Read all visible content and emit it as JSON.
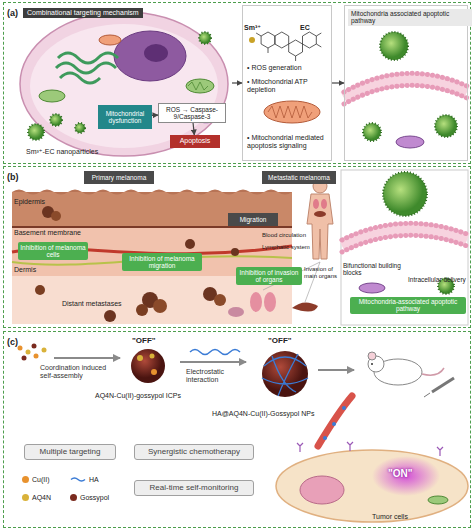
{
  "diagram": {
    "nodes": [
      {
        "text": [
          "(a)"
        ]
      },
      {
        "text": [
          "Combinational targeting mechanism"
        ],
        "in": 0
      },
      {
        "text": [
          "Mitochondrial dysfunction"
        ],
        "in": 1
      },
      {
        "text": [
          "ROS → Caspase-9/Caspase-3"
        ],
        "in": 1
      },
      {
        "text": [
          "Apoptosis"
        ],
        "in": 1
      },
      {
        "text": [
          "• ROS generation",
          "• Mitochondrial ATP depletion",
          "• Mitochondrial mediated apoptosis signaling"
        ],
        "in": 0
      },
      {
        "text": [
          "Mitochondria associated apoptotic pathway"
        ],
        "in": 0
      },
      {
        "text": [
          "(b)"
        ]
      },
      {
        "text": [
          "Primary melanoma"
        ],
        "in": 7
      },
      {
        "text": [
          "Migration"
        ],
        "in": 7
      },
      {
        "text": [
          "Metastatic melanoma"
        ],
        "in": 7
      },
      {
        "text": [
          "Inhibition of melanoma cells"
        ],
        "in": 7
      },
      {
        "text": [
          "Inhibition of melanoma migration"
        ],
        "in": 7
      },
      {
        "text": [
          "Inhibition of invasion of organs"
        ],
        "in": 7
      },
      {
        "text": [
          "Mitochondria-associated apoptotic pathway"
        ],
        "in": 7
      },
      {
        "text": [
          "(c)"
        ]
      },
      {
        "text": [
          "Multiple targeting"
        ],
        "in": 15
      },
      {
        "text": [
          "Synergistic chemotherapy"
        ],
        "in": 15
      },
      {
        "text": [
          "Real-time self-monitoring"
        ],
        "in": 15
      }
    ],
    "edges": [
      {
        "from": 2,
        "to": 3,
        "arrow": "to"
      },
      {
        "from": 3,
        "to": 4,
        "arrow": "to"
      },
      {
        "from": 1,
        "to": 5,
        "arrow": "to"
      },
      {
        "from": 5,
        "to": 6,
        "arrow": "to"
      }
    ],
    "labels": [
      "Sm³⁺-EC nanoparticles",
      "Sm³⁺",
      "EC",
      "Epidermis",
      "Basement membrane",
      "Dermis",
      "Distant metastases",
      "Blood circulation",
      "Lymphatic system",
      "Invasion of main organs",
      "Bifunctional building blocks",
      "Intracellular delivery",
      "Coordination induced self-assembly",
      "\"OFF\"",
      "\"OFF\"",
      "Electrostatic interaction",
      "AQ4N-Cu(II)-gossypol ICPs",
      "HA@AQ4N-Cu(II)-Gossypol NPs",
      "\"ON\"",
      "Tumor cells"
    ],
    "legend": [
      {
        "text": "Cu(II)",
        "color": "#e8922e"
      },
      {
        "text": "HA"
      },
      {
        "text": "AQ4N",
        "color": "#d9b23a"
      },
      {
        "text": "Gossypol",
        "color": "#7a2a1e"
      }
    ]
  }
}
